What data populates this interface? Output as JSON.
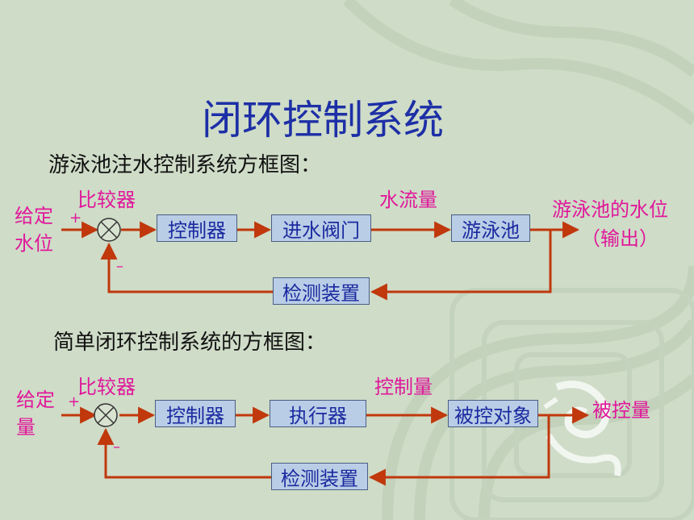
{
  "title": "闭环控制系统",
  "diagram1": {
    "heading": "游泳池注水控制系统方框图：",
    "input_label_line1": "给定",
    "input_label_line2": "水位",
    "comparator_label": "比较器",
    "plus_sign": "+",
    "minus_sign": "–",
    "controller": "控制器",
    "actuator": "进水阀门",
    "signal_label": "水流量",
    "plant": "游泳池",
    "output_label_line1": "游泳池的水位",
    "output_label_line2": "（输出）",
    "feedback": "检测装置"
  },
  "diagram2": {
    "heading": "简单闭环控制系统的方框图：",
    "input_label_line1": "给定",
    "input_label_line2": "量",
    "comparator_label": "比较器",
    "plus_sign": "+",
    "minus_sign": "–",
    "controller": "控制器",
    "actuator": "执行器",
    "signal_label": "控制量",
    "plant": "被控对象",
    "output_label": "被控量",
    "feedback": "检测装置"
  },
  "colors": {
    "title": "#1d2fa6",
    "box_fill": "#b9cde6",
    "box_text": "#1b2aa0",
    "arrow": "#c0380c",
    "label": "#e0189a"
  }
}
